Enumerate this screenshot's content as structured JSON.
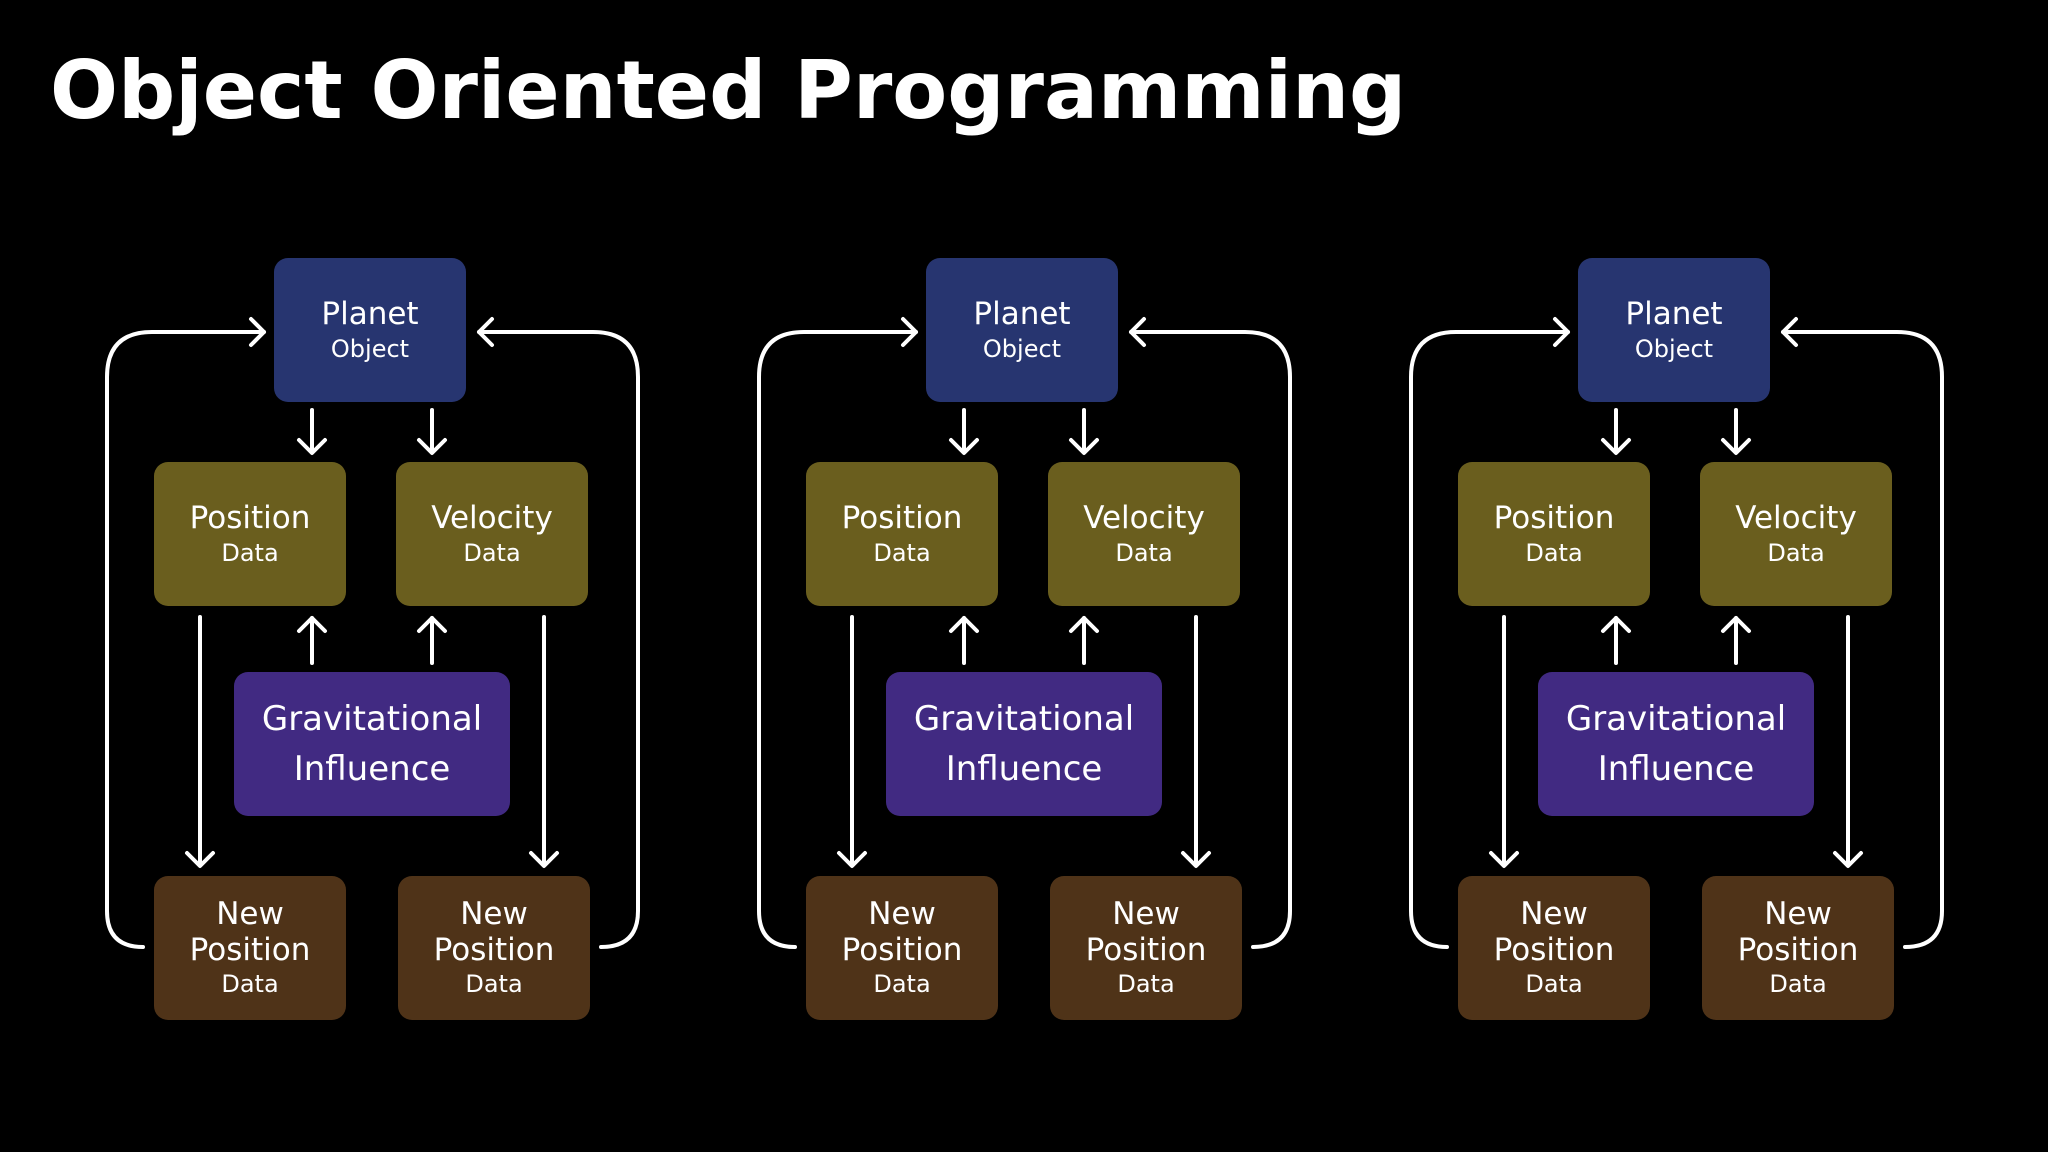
{
  "title": "Object Oriented Programming",
  "colors": {
    "background": "#000000",
    "planet_object": "#273570",
    "data_box": "#6a5e1e",
    "gravitational_influence": "#412a82",
    "new_position": "#4f3318",
    "arrow": "#ffffff"
  },
  "diagrams": [
    {
      "planet": {
        "title": "Planet",
        "subtitle": "Object"
      },
      "position": {
        "title": "Position",
        "subtitle": "Data"
      },
      "velocity": {
        "title": "Velocity",
        "subtitle": "Data"
      },
      "gravity": {
        "line1": "Gravitational",
        "line2": "Influence"
      },
      "new_position_left": {
        "line1": "New",
        "line2": "Position",
        "subtitle": "Data"
      },
      "new_position_right": {
        "line1": "New",
        "line2": "Position",
        "subtitle": "Data"
      }
    },
    {
      "planet": {
        "title": "Planet",
        "subtitle": "Object"
      },
      "position": {
        "title": "Position",
        "subtitle": "Data"
      },
      "velocity": {
        "title": "Velocity",
        "subtitle": "Data"
      },
      "gravity": {
        "line1": "Gravitational",
        "line2": "Influence"
      },
      "new_position_left": {
        "line1": "New",
        "line2": "Position",
        "subtitle": "Data"
      },
      "new_position_right": {
        "line1": "New",
        "line2": "Position",
        "subtitle": "Data"
      }
    },
    {
      "planet": {
        "title": "Planet",
        "subtitle": "Object"
      },
      "position": {
        "title": "Position",
        "subtitle": "Data"
      },
      "velocity": {
        "title": "Velocity",
        "subtitle": "Data"
      },
      "gravity": {
        "line1": "Gravitational",
        "line2": "Influence"
      },
      "new_position_left": {
        "line1": "New",
        "line2": "Position",
        "subtitle": "Data"
      },
      "new_position_right": {
        "line1": "New",
        "line2": "Position",
        "subtitle": "Data"
      }
    }
  ]
}
